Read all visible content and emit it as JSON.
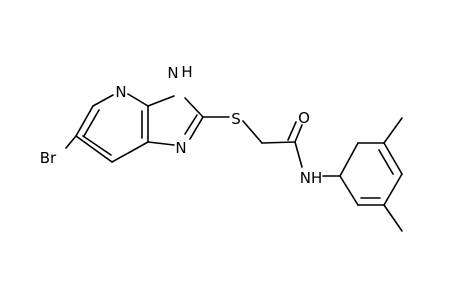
{
  "structure": {
    "atoms": {
      "br": "Br",
      "n_pyridine": "N",
      "nh_ring": "H",
      "nh_ring_n": "N",
      "n_imidazole": "N",
      "s": "S",
      "o": "O",
      "nh_amide": "NH"
    },
    "bond_color": "#000000",
    "label_color": "#000000"
  }
}
